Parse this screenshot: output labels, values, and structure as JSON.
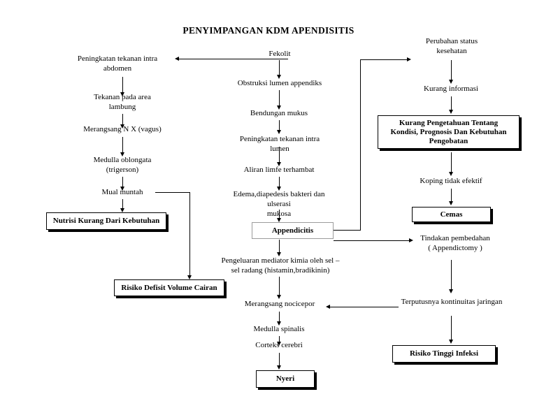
{
  "diagram": {
    "title": "PENYIMPANGAN KDM APENDISITIS",
    "type": "flowchart",
    "nodes": {
      "fekolit": "Fekolit",
      "peningkatan_tekanan_intra_abdomen": "Peningkatan tekanan intra\nabdomen",
      "tekanan_pada_area_lambung": "Tekanan pada area\nlambung",
      "merangsang_nx_vagus": "Merangsang N X (vagus)",
      "medulla_oblongata": "Medulla oblongata\n(trigerson)",
      "mual_muntah": "Mual muntah",
      "nutrisi_kurang": "Nutrisi Kurang Dari Kebutuhan",
      "risiko_defisit_volume_cairan": "Risiko Defisit Volume Cairan",
      "obstruksi_lumen_appendiks": "Obstruksi lumen appendiks",
      "bendungan_mukus": "Bendungan mukus",
      "peningkatan_tekanan_intra_lumen": "Peningkatan tekanan intra lumen",
      "aliran_limfe_terhambat": "Aliran limfe terhambat",
      "edema_diapedesis": "Edema,diapedesis bakteri dan ulserasi\nmukosa",
      "appendicitis": "Appendicitis",
      "pengeluaran_mediator": "Pengeluaran mediator kimia oleh sel –\nsel radang (histamin,bradikinin)",
      "merangsang_nocicepor": "Merangsang nocicepor",
      "medulla_spinalis": "Medulla spinalis",
      "corteks_cerebri": "Corteks cerebri",
      "nyeri": "Nyeri",
      "perubahan_status_kesehatan": "Perubahan status\nkesehatan",
      "kurang_informasi": "Kurang informasi",
      "kurang_pengetahuan": "Kurang Pengetahuan Tentang\nKondisi, Prognosis Dan Kebutuhan\nPengobatan",
      "koping_tidak_efektif": "Koping tidak  efektif",
      "cemas": "Cemas",
      "tindakan_pembedahan": "Tindakan pembedahan\n( Appendictomy )",
      "terputusnya_kontinuitas": "Terputusnya kontinuitas jaringan",
      "risiko_tinggi_infeksi": "Risiko Tinggi Infeksi"
    },
    "colors": {
      "stroke": "#000000",
      "background": "#ffffff",
      "thin_box_border": "#9b9b9b"
    }
  }
}
